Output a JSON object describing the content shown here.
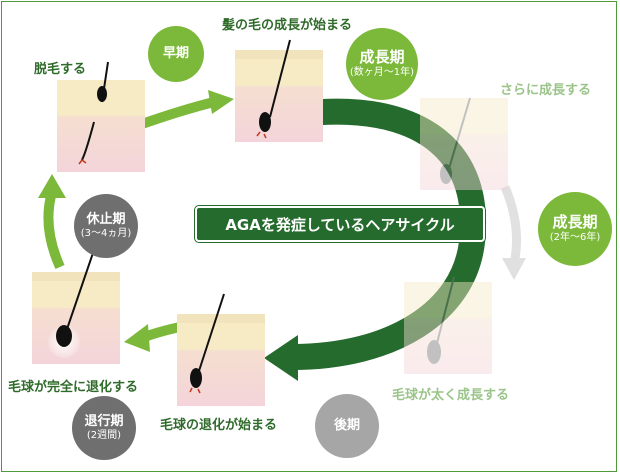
{
  "title": "AGAを発症しているヘアサイクル",
  "stages": {
    "top_left": "脱毛する",
    "top_center": "髪の毛の成長が始まる",
    "top_right": "さらに成長する",
    "bottom_right": "毛球が太く成長する",
    "bottom_center": "毛球の退化が始まる",
    "bottom_left": "毛球が完全に退化する"
  },
  "phases": {
    "early": {
      "title": "早期"
    },
    "growth1": {
      "title": "成長期",
      "sub": "(数ヶ月〜1年)"
    },
    "growth2": {
      "title": "成長期",
      "sub": "(2年〜6年)"
    },
    "late": {
      "title": "後期"
    },
    "regression": {
      "title": "退行期",
      "sub": "(2週間)"
    },
    "rest": {
      "title": "休止期",
      "sub": "(3〜4ヵ月)"
    }
  },
  "colors": {
    "dark_green": "#256b2d",
    "light_green": "#7cb93a",
    "skin_top": "#f7ebc6",
    "skin_bottom": "#f4d7dc",
    "gray": "#6f6f6f"
  }
}
